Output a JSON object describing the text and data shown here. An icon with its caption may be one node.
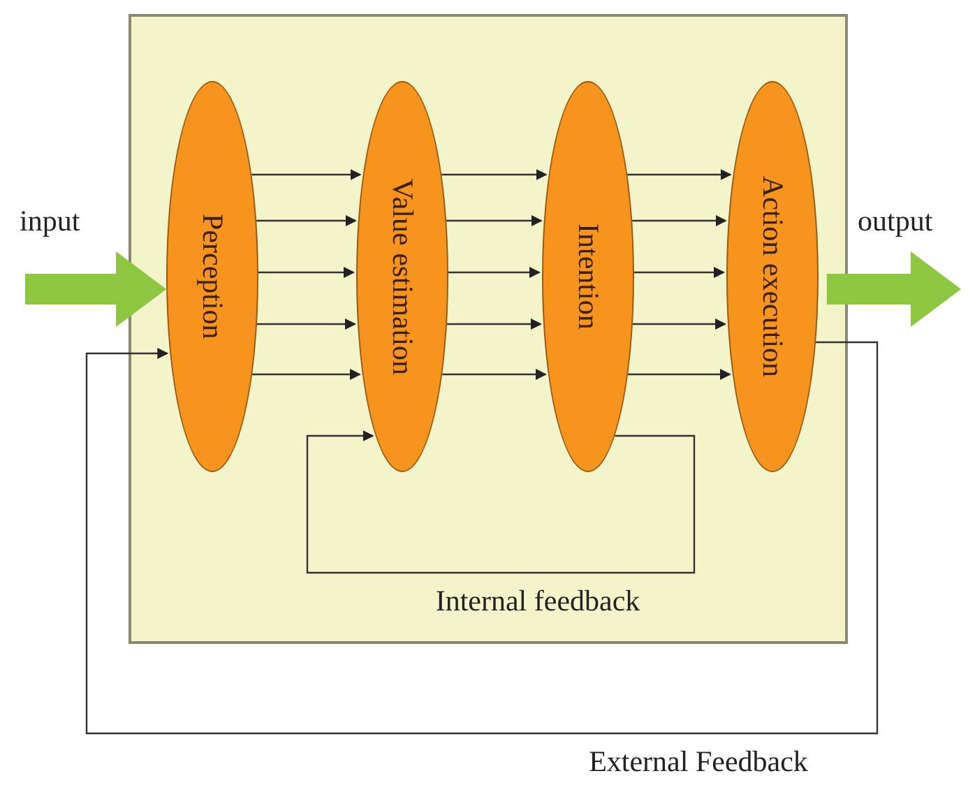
{
  "diagram": {
    "nodes": [
      {
        "text": [],
        "shape": "box"
      },
      {
        "text": [
          "Perception"
        ],
        "in": 0
      },
      {
        "text": [
          "Value estimation"
        ],
        "in": 0
      },
      {
        "text": [
          "Intention"
        ],
        "in": 0
      },
      {
        "text": [
          "Action execution"
        ],
        "in": 0
      }
    ],
    "edges": [
      {
        "from": null,
        "to": 1,
        "arrow": "to",
        "style": "thick",
        "color": "#8dc63f"
      },
      {
        "from": 1,
        "to": 2,
        "arrow": "to"
      },
      {
        "from": 1,
        "to": 2,
        "arrow": "to"
      },
      {
        "from": 1,
        "to": 2,
        "arrow": "to"
      },
      {
        "from": 1,
        "to": 2,
        "arrow": "to"
      },
      {
        "from": 1,
        "to": 2,
        "arrow": "to"
      },
      {
        "from": 2,
        "to": 3,
        "arrow": "to"
      },
      {
        "from": 2,
        "to": 3,
        "arrow": "to"
      },
      {
        "from": 2,
        "to": 3,
        "arrow": "to"
      },
      {
        "from": 2,
        "to": 3,
        "arrow": "to"
      },
      {
        "from": 2,
        "to": 3,
        "arrow": "to"
      },
      {
        "from": 3,
        "to": 4,
        "arrow": "to"
      },
      {
        "from": 3,
        "to": 4,
        "arrow": "to"
      },
      {
        "from": 3,
        "to": 4,
        "arrow": "to"
      },
      {
        "from": 3,
        "to": 4,
        "arrow": "to"
      },
      {
        "from": 3,
        "to": 4,
        "arrow": "to"
      },
      {
        "from": 4,
        "to": null,
        "arrow": "to",
        "style": "thick",
        "color": "#8dc63f"
      },
      {
        "from": 3,
        "to": 2,
        "arrow": "to",
        "label": "Internal feedback"
      },
      {
        "from": 4,
        "to": 1,
        "arrow": "to",
        "label": "External Feedback"
      }
    ],
    "labels": [
      "input",
      "output"
    ]
  }
}
